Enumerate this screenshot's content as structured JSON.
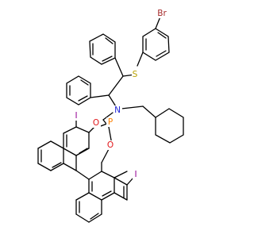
{
  "molecule": {
    "atom_colors": {
      "Br": "#a52a2a",
      "S": "#b8a200",
      "N": "#1f24d6",
      "O": "#e0161a",
      "P": "#ff8000",
      "I": "#940094"
    },
    "atoms": {
      "br": "Br",
      "s": "S",
      "n": "N",
      "o1": "O",
      "o2": "O",
      "p": "P",
      "i1": "I",
      "i2": "I"
    }
  }
}
